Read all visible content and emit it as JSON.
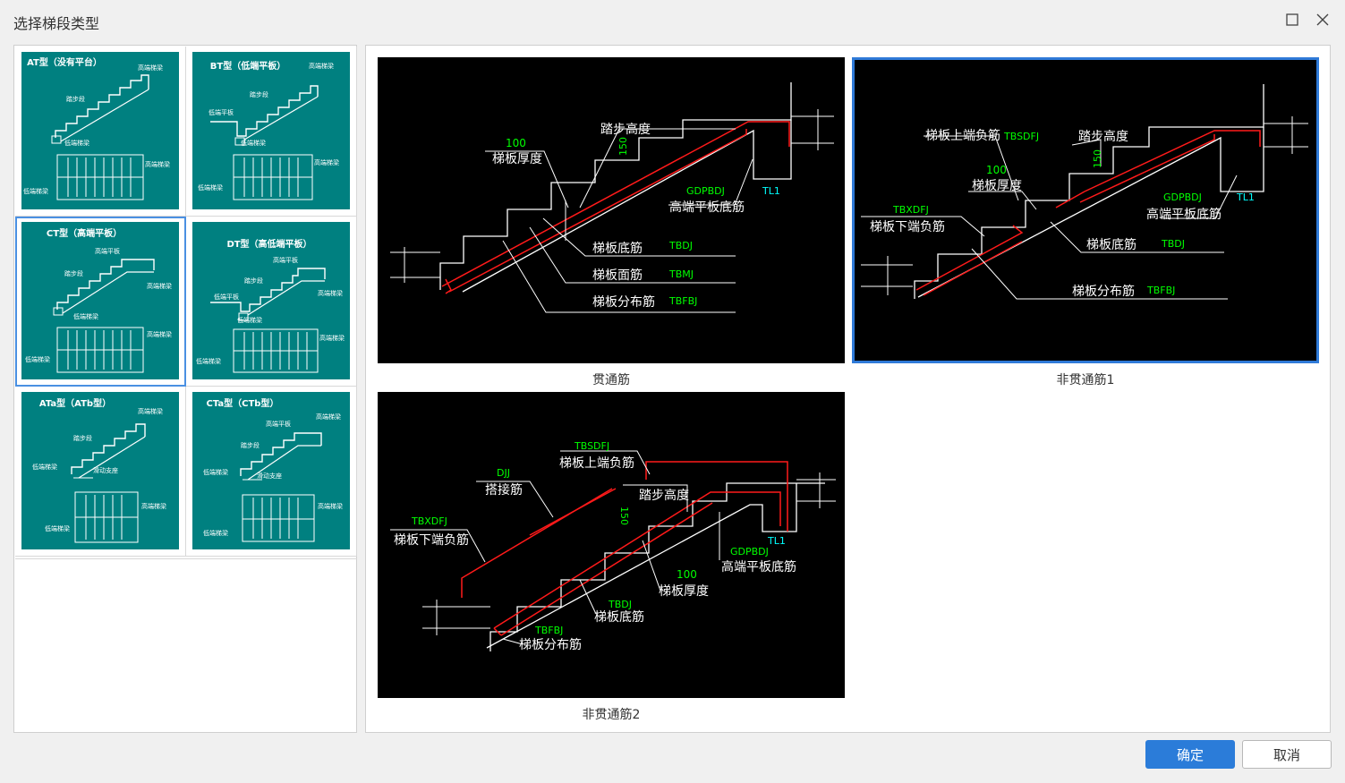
{
  "dialog": {
    "title": "选择梯段类型"
  },
  "stair_types": [
    {
      "label": "AT型（没有平台）",
      "tags": [
        "高端梯梁",
        "踏步段",
        "低端梯梁",
        "高端梯梁",
        "低端梯梁"
      ]
    },
    {
      "label": "BT型（低端平板）",
      "tags": [
        "高端梯梁",
        "踏步段",
        "低端平板",
        "低端梯梁",
        "高端梯梁",
        "低端梯梁"
      ]
    },
    {
      "label": "CT型（高端平板）",
      "tags": [
        "高端平板",
        "踏步段",
        "高端梯梁",
        "低端梯梁",
        "高端梯梁",
        "低端梯梁"
      ]
    },
    {
      "label": "DT型（高低端平板）",
      "tags": [
        "高端平板",
        "踏步段",
        "高端梯梁",
        "低端平板",
        "低端梯梁",
        "高端梯梁",
        "低端梯梁"
      ]
    },
    {
      "label": "ATa型（ATb型）",
      "tags": [
        "高端梯梁",
        "踏步段",
        "低端梯梁",
        "滑动支座",
        "高端梯梁",
        "低端梯梁"
      ]
    },
    {
      "label": "CTa型（CTb型）",
      "tags": [
        "高端梯梁",
        "高端平板",
        "踏步段",
        "低端梯梁",
        "滑动支座",
        "高端梯梁",
        "低端梯梁"
      ]
    }
  ],
  "rebar_options": [
    {
      "caption": "贯通筋",
      "labels": {
        "step_height": "踏步高度",
        "h150": "150",
        "d100": "100",
        "thickness": "梯板厚度",
        "gdpbdj": "GDPBDJ",
        "high_bottom": "高端平板底筋",
        "tl1": "TL1",
        "bottom": "梯板底筋",
        "tbdj": "TBDJ",
        "face": "梯板面筋",
        "tbmj": "TBMJ",
        "dist": "梯板分布筋",
        "tbfbj": "TBFBJ"
      }
    },
    {
      "caption": "非贯通筋1",
      "labels": {
        "top_neg": "梯板上端负筋",
        "tbsdfj": "TBSDFJ",
        "step_height": "踏步高度",
        "h150": "150",
        "d100": "100",
        "thickness": "梯板厚度",
        "gdpbdj": "GDPBDJ",
        "tl1": "TL1",
        "high_bottom": "高端平板底筋",
        "tbxdfj": "TBXDFJ",
        "low_neg": "梯板下端负筋",
        "bottom": "梯板底筋",
        "tbdj": "TBDJ",
        "dist": "梯板分布筋",
        "tbfbj": "TBFBJ"
      }
    },
    {
      "caption": "非贯通筋2",
      "labels": {
        "tbsdfj": "TBSDFJ",
        "top_neg": "梯板上端负筋",
        "djj": "DJJ",
        "lap": "搭接筋",
        "step_height": "踏步高度",
        "h150": "150",
        "tbxdfj": "TBXDFJ",
        "low_neg": "梯板下端负筋",
        "tl1": "TL1",
        "gdpbdj": "GDPBDJ",
        "high_bottom": "高端平板底筋",
        "d100": "100",
        "thickness": "梯板厚度",
        "tbdj": "TBDJ",
        "bottom": "梯板底筋",
        "tbfbj": "TBFBJ",
        "dist": "梯板分布筋"
      }
    }
  ],
  "buttons": {
    "ok": "确定",
    "cancel": "取消"
  },
  "colors": {
    "thumb_bg": "#008080",
    "accent": "#2b7cd9",
    "rebar": "#ff1a1a",
    "code_label": "#00ff00",
    "tl_label": "#00ffff"
  }
}
